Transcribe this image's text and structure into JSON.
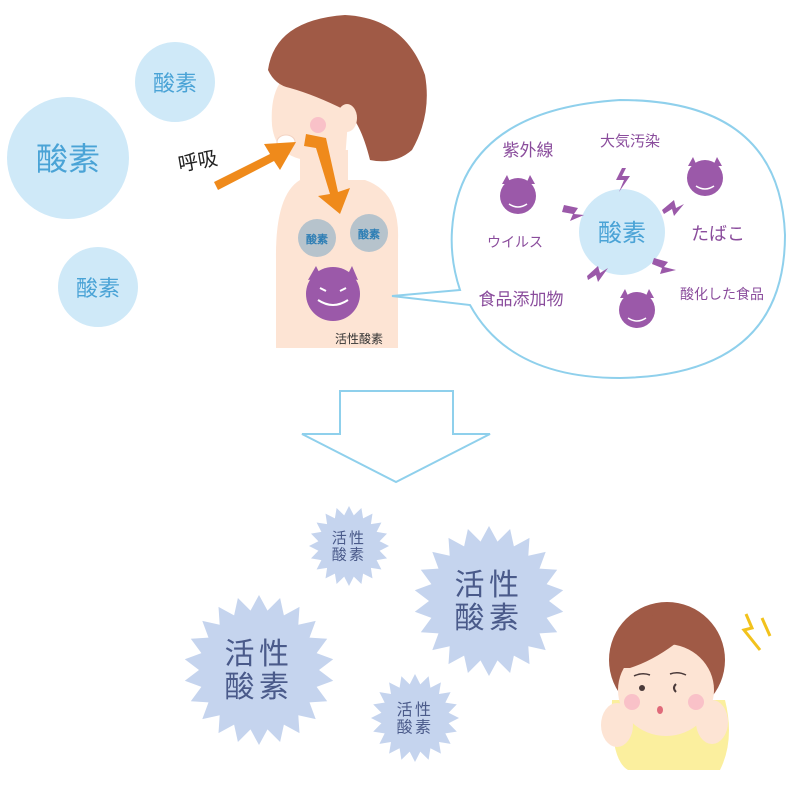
{
  "colors": {
    "oxygen_fill": "#cfe9f8",
    "oxygen_text": "#4aa3d6",
    "arrow": "#ef8a1b",
    "skin": "#fde4d4",
    "hair": "#a05a46",
    "germ": "#9b59a9",
    "radical_fill": "#c5d4ee",
    "radical_text": "#4a5a8a",
    "speech_outline": "#8fd0ec",
    "source_text": "#8a4c9c"
  },
  "oxygen_bubbles": {
    "o1": "酸素",
    "o2": "酸素",
    "o3": "酸素"
  },
  "body": {
    "breath_label": "呼吸",
    "lung_left": "酸素",
    "lung_right": "酸素",
    "radical_caption": "活性酸素"
  },
  "speech": {
    "center": "酸素",
    "sources": {
      "uv": "紫外線",
      "pollution": "大気汚染",
      "virus": "ウイルス",
      "tobacco": "たばこ",
      "additives": "食品添加物",
      "oxidized_food": "酸化した食品"
    }
  },
  "radicals": {
    "r1": [
      "活性",
      "酸素"
    ],
    "r2": [
      "活性",
      "酸素"
    ],
    "r3": [
      "活性",
      "酸素"
    ],
    "r4": [
      "活性",
      "酸素"
    ]
  },
  "icons": [
    "germ-icon",
    "worried-face-icon",
    "arrow-down-icon",
    "lightning-icon"
  ]
}
